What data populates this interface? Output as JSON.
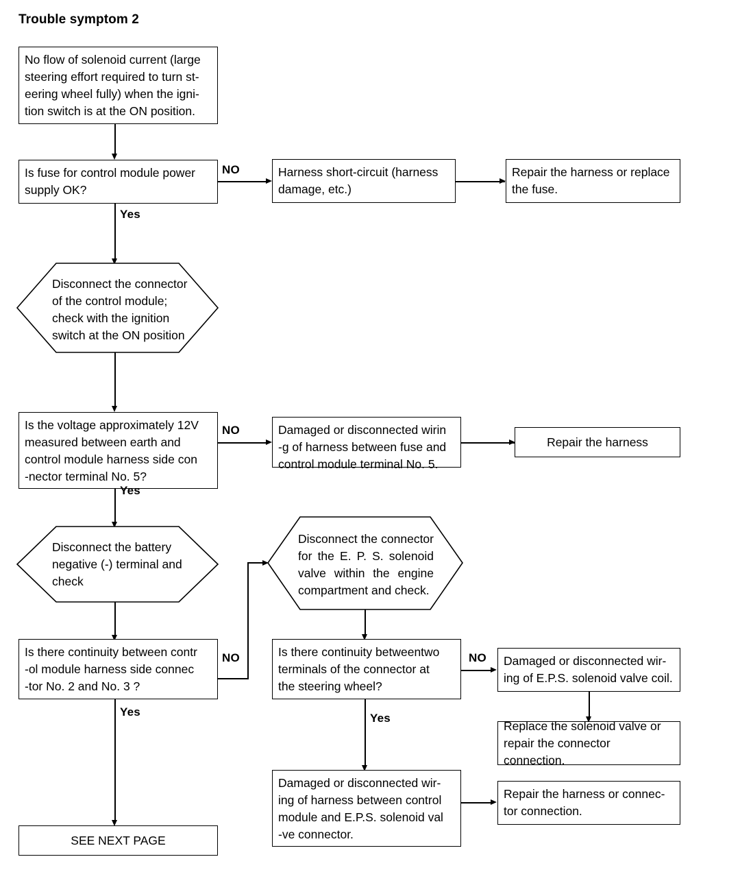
{
  "title": "Trouble symptom 2",
  "chart_data": {
    "type": "diagram",
    "diagram_kind": "troubleshooting-flowchart",
    "title": "Trouble symptom 2"
  },
  "nodes": {
    "symptom": "No flow of solenoid current (large steering effort required to turn st-eering wheel fully) when the ignition switch is at the ON position.",
    "symptom_lines": [
      "No flow of solenoid current (large",
      "steering effort required to turn st-",
      "eering wheel fully) when the igni-",
      "tion switch is at the ON position."
    ],
    "q_fuse_lines": [
      "Is fuse for control module power",
      "supply OK?"
    ],
    "harness_short_lines": [
      "Harness short-circuit (harness",
      "damage, etc.)"
    ],
    "repair_replace_fuse_lines": [
      "Repair the harness or replace",
      "the fuse."
    ],
    "hex_disconnect_module_lines": [
      "Disconnect the connector",
      "of the control module;",
      "check with the ignition",
      "switch at the ON position"
    ],
    "q_voltage_lines": [
      "Is the voltage approximately 12V",
      "measured between earth and",
      "control module harness side con",
      "-nector terminal No. 5?"
    ],
    "damaged_fuse_wiring_lines": [
      "Damaged or disconnected wirin",
      "-g of harness between fuse and",
      "control module terminal No. 5."
    ],
    "repair_harness": "Repair the harness",
    "hex_battery_lines": [
      "Disconnect the battery",
      "negative (-) terminal and",
      "check"
    ],
    "hex_eps_lines": [
      "Disconnect the connector",
      "for the E. P. S. solenoid",
      "valve within the engine",
      "compartment and check."
    ],
    "q_continuity_module_lines": [
      "Is there continuity between contr",
      "-ol module harness side connec",
      "-tor No. 2 and No. 3 ?"
    ],
    "q_continuity_steering_lines": [
      "Is there continuity betweentwo",
      "terminals of the connector at",
      "the steering wheel?"
    ],
    "damaged_eps_coil_lines": [
      "Damaged or disconnected wir-",
      "ing of E.P.S. solenoid valve coil."
    ],
    "replace_solenoid_lines": [
      "Replace the solenoid valve or",
      "repair the connector connection."
    ],
    "damaged_harness_eps_lines": [
      "Damaged or disconnected wir-",
      "ing of harness between control",
      "module and E.P.S. solenoid val",
      "-ve connector."
    ],
    "repair_harness_connector_lines": [
      "Repair the harness or connec-",
      "tor connection."
    ],
    "see_next_page": "SEE NEXT PAGE"
  },
  "labels": {
    "no_1": "NO",
    "no_2": "NO",
    "no_3": "NO",
    "no_4": "NO",
    "yes_1": "Yes",
    "yes_2": "Yes",
    "yes_3": "Yes",
    "yes_4": "Yes"
  },
  "colors": {
    "stroke": "#000000",
    "background": "#ffffff",
    "text": "#000000"
  }
}
